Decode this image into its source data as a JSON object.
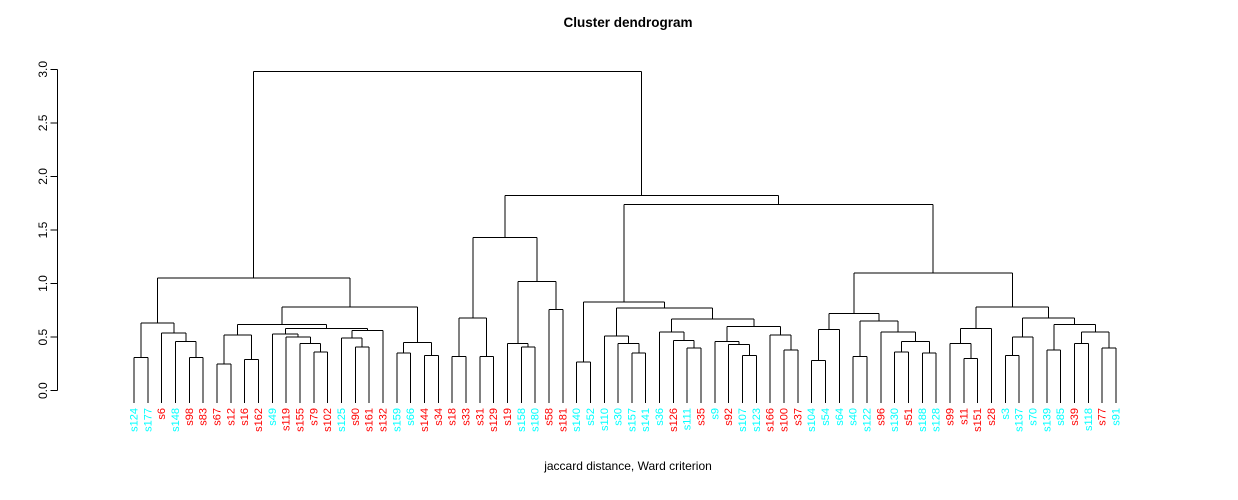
{
  "chart_data": {
    "type": "dendrogram",
    "title": "Cluster dendrogram",
    "xlabel": "jaccard distance, Ward criterion",
    "ylabel": "",
    "ylim": [
      0.0,
      3.0
    ],
    "y_ticks": [
      "0.0",
      "0.5",
      "1.0",
      "1.5",
      "2.0",
      "2.5",
      "3.0"
    ],
    "grid": false,
    "line_color": "#000000",
    "label_colors": {
      "red": "#ff0000",
      "cyan": "#00ffff"
    },
    "leaves": [
      {
        "label": "s124",
        "color": "cyan"
      },
      {
        "label": "s177",
        "color": "cyan"
      },
      {
        "label": "s6",
        "color": "red"
      },
      {
        "label": "s148",
        "color": "cyan"
      },
      {
        "label": "s98",
        "color": "red"
      },
      {
        "label": "s83",
        "color": "red"
      },
      {
        "label": "s67",
        "color": "red"
      },
      {
        "label": "s12",
        "color": "red"
      },
      {
        "label": "s16",
        "color": "red"
      },
      {
        "label": "s162",
        "color": "red"
      },
      {
        "label": "s49",
        "color": "cyan"
      },
      {
        "label": "s119",
        "color": "red"
      },
      {
        "label": "s155",
        "color": "red"
      },
      {
        "label": "s79",
        "color": "red"
      },
      {
        "label": "s102",
        "color": "red"
      },
      {
        "label": "s125",
        "color": "cyan"
      },
      {
        "label": "s90",
        "color": "red"
      },
      {
        "label": "s161",
        "color": "red"
      },
      {
        "label": "s132",
        "color": "red"
      },
      {
        "label": "s159",
        "color": "cyan"
      },
      {
        "label": "s66",
        "color": "cyan"
      },
      {
        "label": "s144",
        "color": "red"
      },
      {
        "label": "s34",
        "color": "red"
      },
      {
        "label": "s18",
        "color": "red"
      },
      {
        "label": "s33",
        "color": "red"
      },
      {
        "label": "s31",
        "color": "red"
      },
      {
        "label": "s129",
        "color": "red"
      },
      {
        "label": "s19",
        "color": "red"
      },
      {
        "label": "s158",
        "color": "cyan"
      },
      {
        "label": "s180",
        "color": "cyan"
      },
      {
        "label": "s58",
        "color": "red"
      },
      {
        "label": "s181",
        "color": "red"
      },
      {
        "label": "s140",
        "color": "cyan"
      },
      {
        "label": "s52",
        "color": "cyan"
      },
      {
        "label": "s110",
        "color": "cyan"
      },
      {
        "label": "s30",
        "color": "cyan"
      },
      {
        "label": "s157",
        "color": "cyan"
      },
      {
        "label": "s141",
        "color": "cyan"
      },
      {
        "label": "s36",
        "color": "cyan"
      },
      {
        "label": "s126",
        "color": "red"
      },
      {
        "label": "s111",
        "color": "cyan"
      },
      {
        "label": "s35",
        "color": "red"
      },
      {
        "label": "s9",
        "color": "cyan"
      },
      {
        "label": "s92",
        "color": "red"
      },
      {
        "label": "s107",
        "color": "cyan"
      },
      {
        "label": "s123",
        "color": "cyan"
      },
      {
        "label": "s166",
        "color": "red"
      },
      {
        "label": "s100",
        "color": "red"
      },
      {
        "label": "s37",
        "color": "red"
      },
      {
        "label": "s104",
        "color": "cyan"
      },
      {
        "label": "s54",
        "color": "cyan"
      },
      {
        "label": "s64",
        "color": "cyan"
      },
      {
        "label": "s40",
        "color": "cyan"
      },
      {
        "label": "s122",
        "color": "cyan"
      },
      {
        "label": "s96",
        "color": "red"
      },
      {
        "label": "s130",
        "color": "cyan"
      },
      {
        "label": "s51",
        "color": "red"
      },
      {
        "label": "s188",
        "color": "cyan"
      },
      {
        "label": "s128",
        "color": "cyan"
      },
      {
        "label": "s99",
        "color": "red"
      },
      {
        "label": "s11",
        "color": "red"
      },
      {
        "label": "s151",
        "color": "red"
      },
      {
        "label": "s28",
        "color": "red"
      },
      {
        "label": "s3",
        "color": "cyan"
      },
      {
        "label": "s137",
        "color": "cyan"
      },
      {
        "label": "s70",
        "color": "cyan"
      },
      {
        "label": "s139",
        "color": "cyan"
      },
      {
        "label": "s85",
        "color": "cyan"
      },
      {
        "label": "s39",
        "color": "red"
      },
      {
        "label": "s118",
        "color": "cyan"
      },
      {
        "label": "s77",
        "color": "red"
      },
      {
        "label": "s91",
        "color": "cyan"
      }
    ],
    "tree": {
      "h": 2.98,
      "c": [
        {
          "h": 1.05,
          "c": [
            {
              "h": 0.63,
              "c": [
                {
                  "h": 0.31,
                  "c": [
                    0,
                    1
                  ]
                },
                {
                  "h": 0.54,
                  "c": [
                    2,
                    {
                      "h": 0.46,
                      "c": [
                        3,
                        {
                          "h": 0.31,
                          "c": [
                            4,
                            5
                          ]
                        }
                      ]
                    }
                  ]
                }
              ]
            },
            {
              "h": 0.78,
              "c": [
                {
                  "h": 0.62,
                  "c": [
                    {
                      "h": 0.52,
                      "c": [
                        {
                          "h": 0.25,
                          "c": [
                            6,
                            7
                          ]
                        },
                        {
                          "h": 0.29,
                          "c": [
                            8,
                            9
                          ]
                        }
                      ]
                    },
                    {
                      "h": 0.58,
                      "c": [
                        {
                          "h": 0.53,
                          "c": [
                            10,
                            {
                              "h": 0.5,
                              "c": [
                                11,
                                {
                                  "h": 0.44,
                                  "c": [
                                    12,
                                    {
                                      "h": 0.36,
                                      "c": [
                                        13,
                                        14
                                      ]
                                    }
                                  ]
                                }
                              ]
                            }
                          ]
                        },
                        {
                          "h": 0.56,
                          "c": [
                            {
                              "h": 0.49,
                              "c": [
                                15,
                                {
                                  "h": 0.41,
                                  "c": [
                                    16,
                                    17
                                  ]
                                }
                              ]
                            },
                            18
                          ]
                        }
                      ]
                    }
                  ]
                },
                {
                  "h": 0.45,
                  "c": [
                    {
                      "h": 0.35,
                      "c": [
                        19,
                        20
                      ]
                    },
                    {
                      "h": 0.33,
                      "c": [
                        21,
                        22
                      ]
                    }
                  ]
                }
              ]
            }
          ]
        },
        {
          "h": 1.82,
          "c": [
            {
              "h": 1.43,
              "c": [
                {
                  "h": 0.68,
                  "c": [
                    {
                      "h": 0.32,
                      "c": [
                        23,
                        24
                      ]
                    },
                    {
                      "h": 0.32,
                      "c": [
                        25,
                        26
                      ]
                    }
                  ]
                },
                {
                  "h": 1.02,
                  "c": [
                    {
                      "h": 0.44,
                      "c": [
                        27,
                        {
                          "h": 0.41,
                          "c": [
                            28,
                            29
                          ]
                        }
                      ]
                    },
                    {
                      "h": 0.76,
                      "c": [
                        30,
                        31
                      ]
                    }
                  ]
                }
              ]
            },
            {
              "h": 1.74,
              "c": [
                {
                  "h": 0.83,
                  "c": [
                    {
                      "h": 0.27,
                      "c": [
                        32,
                        33
                      ]
                    },
                    {
                      "h": 0.77,
                      "c": [
                        {
                          "h": 0.51,
                          "c": [
                            34,
                            {
                              "h": 0.44,
                              "c": [
                                35,
                                {
                                  "h": 0.35,
                                  "c": [
                                    36,
                                    37
                                  ]
                                }
                              ]
                            }
                          ]
                        },
                        {
                          "h": 0.67,
                          "c": [
                            {
                              "h": 0.55,
                              "c": [
                                38,
                                {
                                  "h": 0.47,
                                  "c": [
                                    39,
                                    {
                                      "h": 0.4,
                                      "c": [
                                        40,
                                        41
                                      ]
                                    }
                                  ]
                                }
                              ]
                            },
                            {
                              "h": 0.6,
                              "c": [
                                {
                                  "h": 0.46,
                                  "c": [
                                    42,
                                    {
                                      "h": 0.43,
                                      "c": [
                                        43,
                                        {
                                          "h": 0.33,
                                          "c": [
                                            44,
                                            45
                                          ]
                                        }
                                      ]
                                    }
                                  ]
                                },
                                {
                                  "h": 0.52,
                                  "c": [
                                    46,
                                    {
                                      "h": 0.38,
                                      "c": [
                                        47,
                                        48
                                      ]
                                    }
                                  ]
                                }
                              ]
                            }
                          ]
                        }
                      ]
                    }
                  ]
                },
                {
                  "h": 1.1,
                  "c": [
                    {
                      "h": 0.72,
                      "c": [
                        {
                          "h": 0.57,
                          "c": [
                            {
                              "h": 0.28,
                              "c": [
                                49,
                                50
                              ]
                            },
                            51
                          ]
                        },
                        {
                          "h": 0.65,
                          "c": [
                            {
                              "h": 0.32,
                              "c": [
                                52,
                                53
                              ]
                            },
                            {
                              "h": 0.55,
                              "c": [
                                54,
                                {
                                  "h": 0.46,
                                  "c": [
                                    {
                                      "h": 0.36,
                                      "c": [
                                        55,
                                        56
                                      ]
                                    },
                                    {
                                      "h": 0.35,
                                      "c": [
                                        57,
                                        58
                                      ]
                                    }
                                  ]
                                }
                              ]
                            }
                          ]
                        }
                      ]
                    },
                    {
                      "h": 0.78,
                      "c": [
                        {
                          "h": 0.58,
                          "c": [
                            {
                              "h": 0.44,
                              "c": [
                                59,
                                {
                                  "h": 0.3,
                                  "c": [
                                    60,
                                    61
                                  ]
                                }
                              ]
                            },
                            62
                          ]
                        },
                        {
                          "h": 0.68,
                          "c": [
                            {
                              "h": 0.5,
                              "c": [
                                {
                                  "h": 0.33,
                                  "c": [
                                    63,
                                    64
                                  ]
                                },
                                65
                              ]
                            },
                            {
                              "h": 0.62,
                              "c": [
                                {
                                  "h": 0.38,
                                  "c": [
                                    66,
                                    67
                                  ]
                                },
                                {
                                  "h": 0.55,
                                  "c": [
                                    {
                                      "h": 0.44,
                                      "c": [
                                        68,
                                        69
                                      ]
                                    },
                                    {
                                      "h": 0.4,
                                      "c": [
                                        70,
                                        71
                                      ]
                                    }
                                  ]
                                }
                              ]
                            }
                          ]
                        }
                      ]
                    }
                  ]
                }
              ]
            }
          ]
        }
      ]
    }
  }
}
